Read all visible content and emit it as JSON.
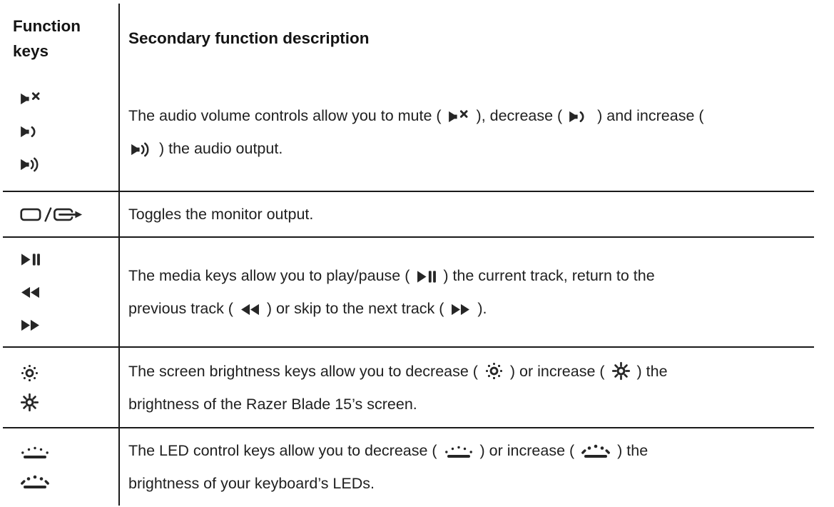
{
  "colors": {
    "text": "#1f1f1f",
    "border": "#1a1a1a",
    "icon": "#262626",
    "background": "#ffffff"
  },
  "table": {
    "header": {
      "col1": "Function keys",
      "col2": "Secondary function description"
    },
    "rows": [
      {
        "name": "audio-volume",
        "key_icons": [
          "volume-mute",
          "volume-down",
          "volume-up"
        ],
        "description_lines": [
          [
            {
              "t": "The audio volume controls allow you to mute ( "
            },
            {
              "i": "volume-mute"
            },
            {
              "t": " ), decrease ( "
            },
            {
              "i": "volume-down"
            },
            {
              "t": " ) and increase ("
            }
          ],
          [
            {
              "i": "volume-up"
            },
            {
              "t": " ) the audio output."
            }
          ]
        ]
      },
      {
        "name": "monitor-toggle",
        "key_icons": [
          "monitor-toggle"
        ],
        "description_lines": [
          [
            {
              "t": "Toggles the monitor output."
            }
          ]
        ]
      },
      {
        "name": "media-keys",
        "key_icons": [
          "play-pause",
          "previous-track",
          "next-track"
        ],
        "description_lines": [
          [
            {
              "t": "The media keys allow you to play/pause ( "
            },
            {
              "i": "play-pause"
            },
            {
              "t": " ) the current track, return to the"
            }
          ],
          [
            {
              "t": "previous track ( "
            },
            {
              "i": "previous-track"
            },
            {
              "t": " ) or skip to the next track ( "
            },
            {
              "i": "next-track"
            },
            {
              "t": " )."
            }
          ]
        ]
      },
      {
        "name": "screen-brightness",
        "key_icons": [
          "brightness-down",
          "brightness-up"
        ],
        "description_lines": [
          [
            {
              "t": "The screen brightness keys allow you to decrease ( "
            },
            {
              "i": "brightness-down"
            },
            {
              "t": " ) or increase ( "
            },
            {
              "i": "brightness-up"
            },
            {
              "t": " ) the"
            }
          ],
          [
            {
              "t": "brightness of the Razer Blade 15’s screen."
            }
          ]
        ]
      },
      {
        "name": "led-control",
        "key_icons": [
          "led-decrease",
          "led-increase"
        ],
        "description_lines": [
          [
            {
              "t": "The LED control keys allow you to decrease ( "
            },
            {
              "i": "led-decrease"
            },
            {
              "t": " ) or increase ( "
            },
            {
              "i": "led-increase"
            },
            {
              "t": " ) the"
            }
          ],
          [
            {
              "t": "brightness of your keyboard’s LEDs."
            }
          ]
        ]
      }
    ]
  },
  "icons": {
    "volume-mute": "speaker-mute-icon",
    "volume-down": "speaker-volume-down-icon",
    "volume-up": "speaker-volume-up-icon",
    "monitor-toggle": "monitor-output-toggle-icon",
    "play-pause": "play-pause-icon",
    "previous-track": "previous-track-icon",
    "next-track": "next-track-icon",
    "brightness-down": "screen-brightness-down-icon",
    "brightness-up": "screen-brightness-up-icon",
    "led-decrease": "keyboard-led-dim-icon",
    "led-increase": "keyboard-led-brighten-icon"
  }
}
